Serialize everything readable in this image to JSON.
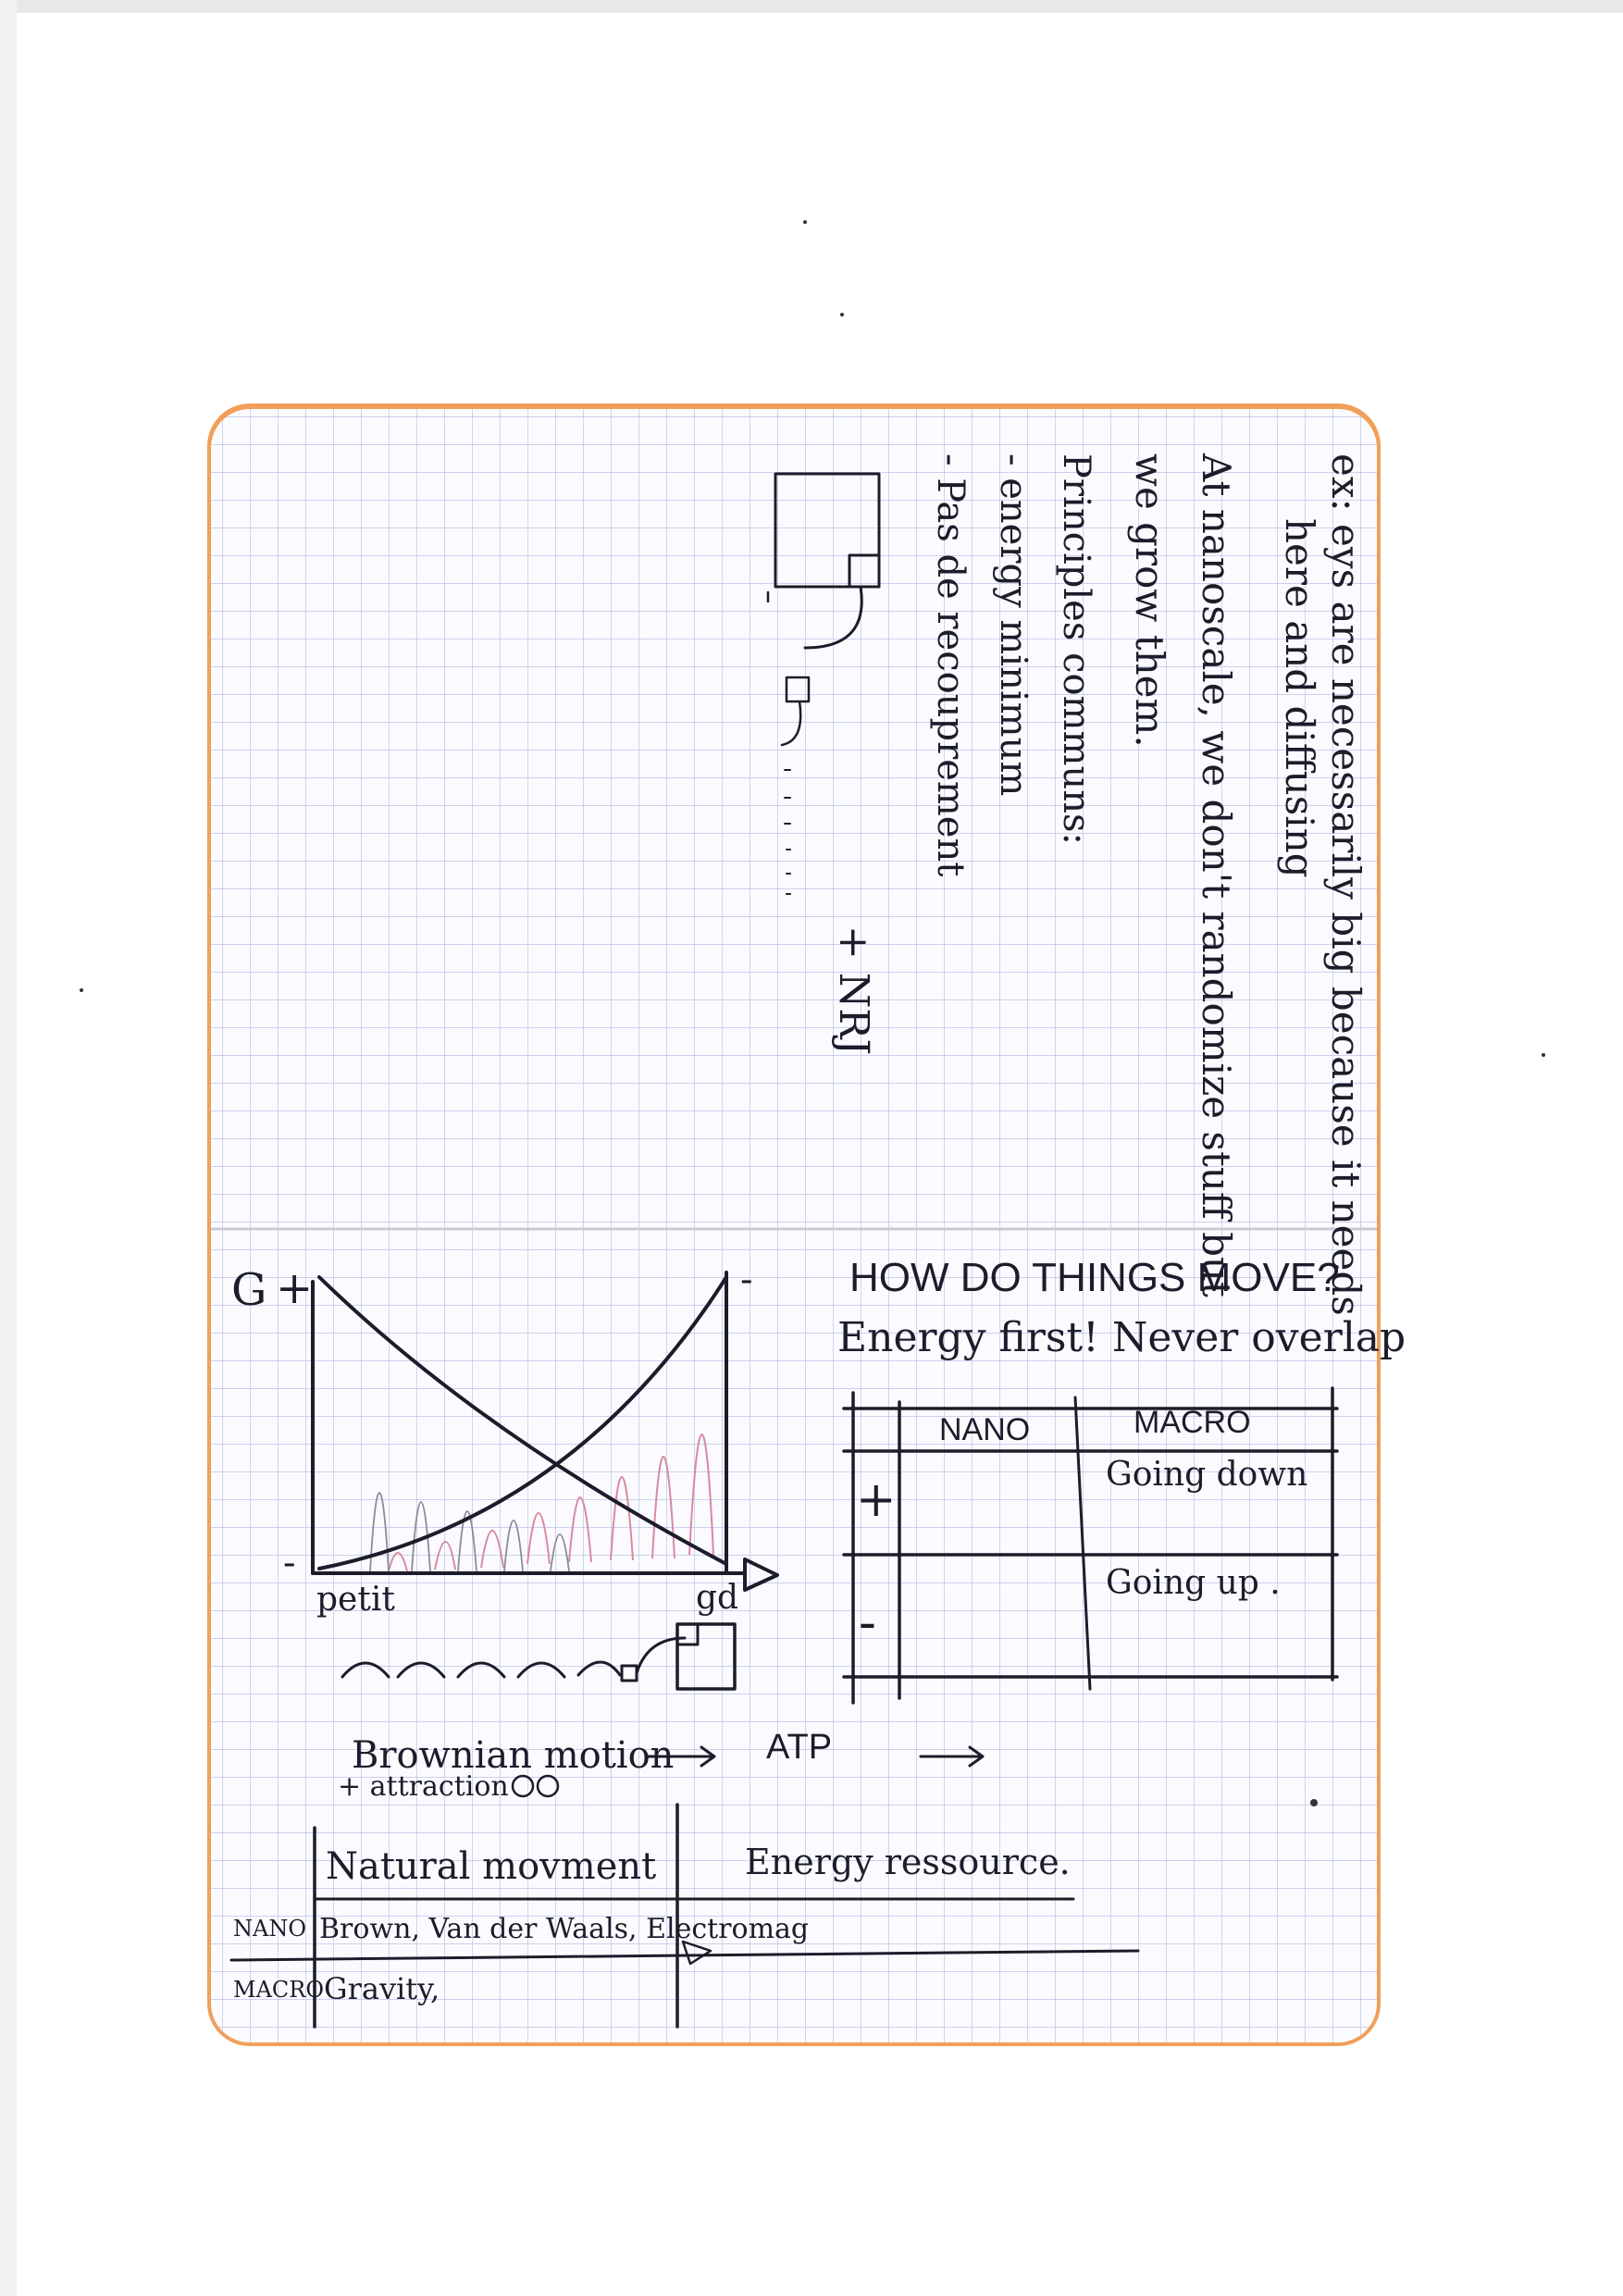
{
  "colors": {
    "paper": "#ffffff",
    "notebook": "#fbfbff",
    "grid": "#b9c3e6",
    "binding_edge": "#f0a05a",
    "ink": "#1c1c2a",
    "pink_ink": "#d98aa0"
  },
  "top_page": {
    "lines": [
      "ex: eys are necessarily big because it needs",
      "here and diffusing",
      "At nanoscale, we don't randomize stuff but",
      "we grow them.",
      "Principles communs:",
      "- energy minimum",
      "- Pas de recouprement"
    ],
    "side_note": "+ NRJ"
  },
  "graph": {
    "y_axis_label": "G",
    "y_plus": "+",
    "y_minus": "-",
    "y_top_right_mark": "-",
    "x_left_label": "petit",
    "x_right_label": "gd"
  },
  "question": {
    "title": "HOW DO THINGS MOVE?",
    "subtitle": "Energy first! Never overlap"
  },
  "motion_table": {
    "columns": [
      "NANO",
      "MACRO"
    ],
    "rows": [
      {
        "sign": "+",
        "nano": "",
        "macro": "Going down"
      },
      {
        "sign": "-",
        "nano": "",
        "macro": "Going up ."
      }
    ]
  },
  "chain": {
    "item1": "Brownian motion",
    "item1_sub": "+ attraction",
    "item2": "ATP"
  },
  "resource_table": {
    "headers": [
      "Natural movment",
      "Energy ressource."
    ],
    "rows": [
      {
        "label": "NANO",
        "natural": "Brown, Van der Waals, Electromag",
        "energy": ""
      },
      {
        "label": "MACRO",
        "natural": "Gravity,",
        "energy": ""
      }
    ]
  }
}
